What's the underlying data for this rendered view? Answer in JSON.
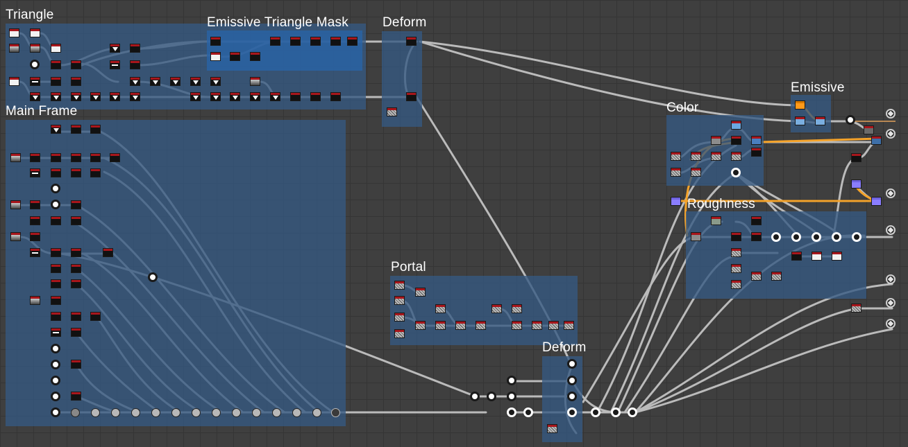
{
  "app": "Substance Designer node graph",
  "frames": {
    "triangle": "Triangle",
    "emissive_mask": "Emissive Triangle Mask",
    "deform_top": "Deform",
    "main_frame": "Main Frame",
    "portal": "Portal",
    "deform_bottom": "Deform",
    "color": "Color",
    "emissive": "Emissive",
    "roughness": "Roughness"
  },
  "colors": {
    "frame": "#355882",
    "frame_inner": "#2864aa",
    "wire": "#c2c2c2",
    "wire_highlight": "#f5a32a",
    "node_header": "#a8161c",
    "background": "#3f3f3f"
  },
  "icons": {
    "output_node": "output-icon",
    "node_types": [
      "shape",
      "gradient",
      "blend",
      "levels",
      "noise",
      "uniform-color",
      "transform",
      "output"
    ]
  }
}
